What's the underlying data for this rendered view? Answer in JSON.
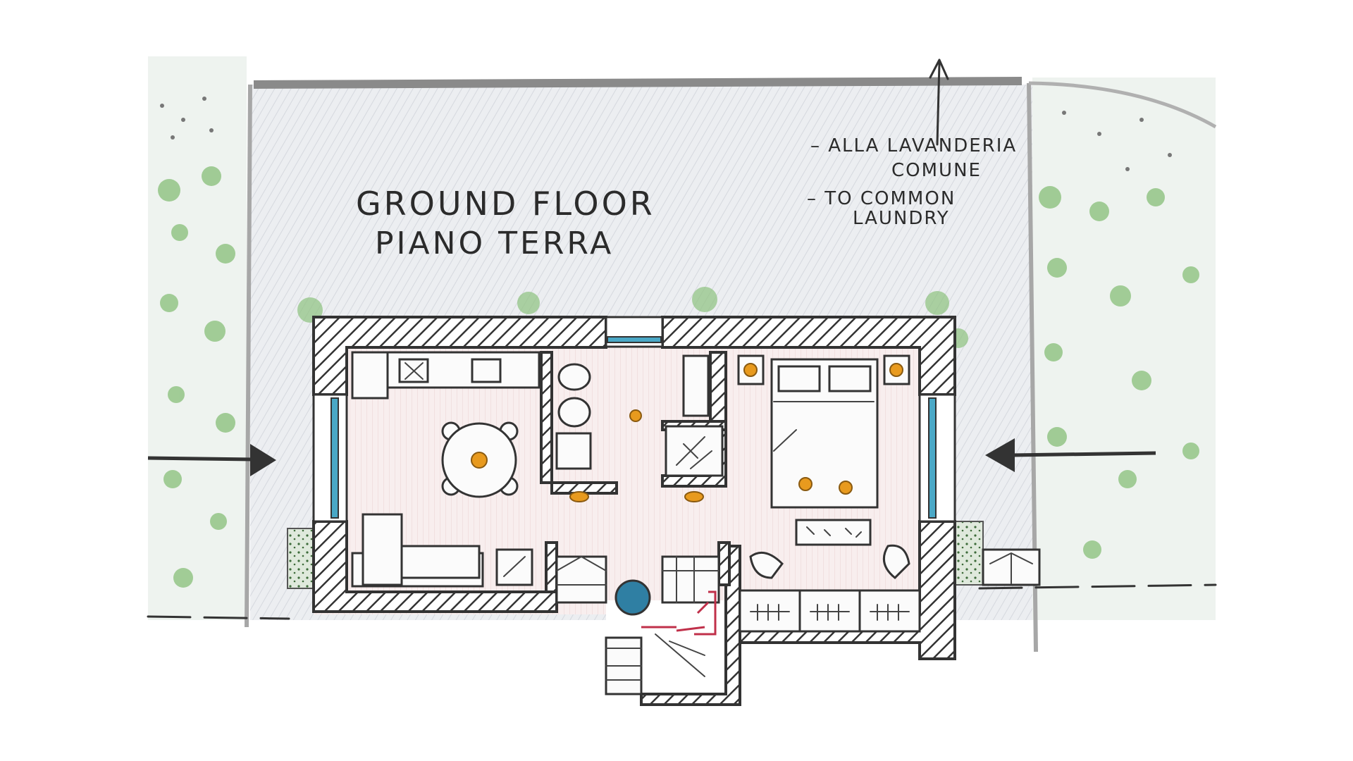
{
  "title": {
    "line1": "GROUND FLOOR",
    "line2": "PIANO TERRA"
  },
  "annotation": {
    "it": "ALLA LAVANDERIA",
    "it2": "COMUNE",
    "en": "TO COMMON",
    "en2": "LAUNDRY"
  },
  "colors": {
    "wall": "#333333",
    "hatch_bg": "#ffffff",
    "floor": "#f7eded",
    "courtyard": "#e4e6ea",
    "greenery": "#7fb575",
    "window_glass": "#4aa8c6",
    "lamp": "#e89a1e",
    "stair_red": "#c0304a"
  },
  "icons": [
    "entrance-arrow-left",
    "entrance-arrow-right",
    "north-arrow-to-laundry",
    "round-table",
    "sofa",
    "double-bed",
    "wardrobe",
    "spiral-stair"
  ]
}
